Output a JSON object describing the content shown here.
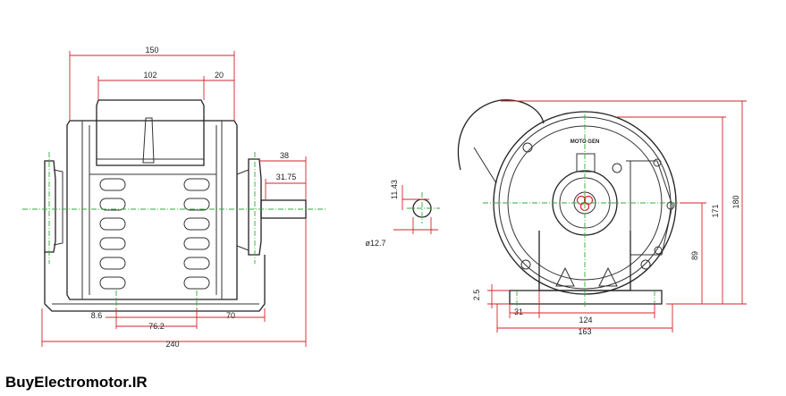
{
  "brand": "BuyElectromotor.IR",
  "dimensions": {
    "d150": "150",
    "d102": "102",
    "d20": "20",
    "d38": "38",
    "d3175": "31.75",
    "d86": "8.6",
    "d762": "76.2",
    "d70": "70",
    "d240": "240",
    "d1143": "11.43",
    "d127": "ø12.7",
    "d25": "2.5",
    "d31": "31",
    "d124": "124",
    "d163": "163",
    "d89": "89",
    "d171": "171",
    "d180": "180"
  },
  "nameplate": "MOTO GEN",
  "colors": {
    "dimension": "#d6232a",
    "centerline": "#2fae3a",
    "outline": "#333333"
  }
}
